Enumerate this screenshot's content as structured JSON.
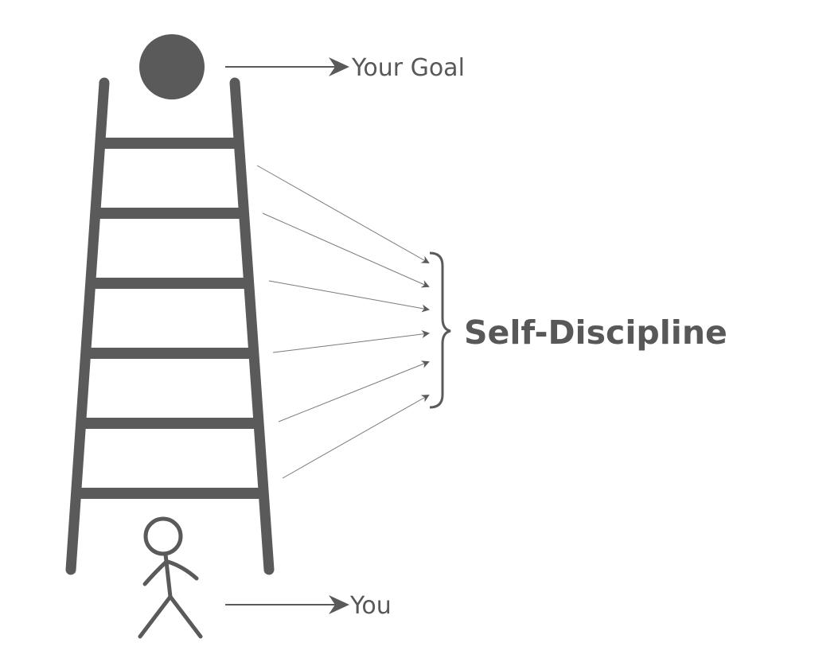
{
  "labels": {
    "goal": "Your Goal",
    "you": "You",
    "concept": "Self-Discipline"
  },
  "colors": {
    "ink": "#5a5a5a",
    "background": "#ffffff"
  },
  "ladder": {
    "rungs": 6
  }
}
